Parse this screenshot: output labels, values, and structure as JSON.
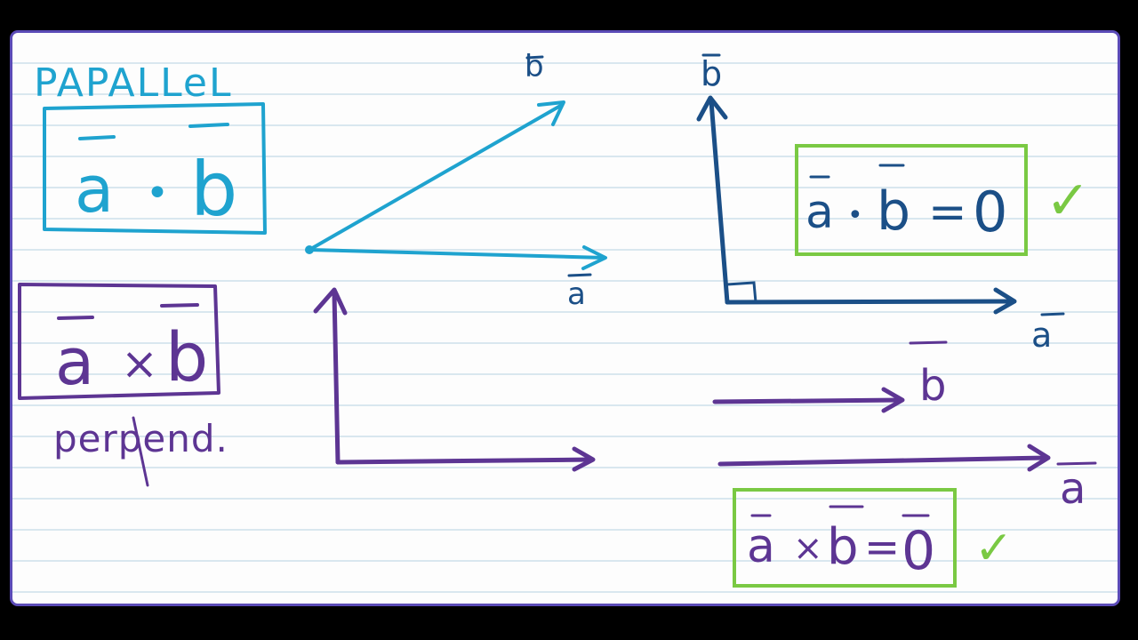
{
  "colors": {
    "cyan": "#1fa3cf",
    "purple": "#5d3593",
    "navy": "#1b4f87",
    "green": "#7ac943",
    "frame": "#5b4bb7",
    "rule": "#d9e7ef"
  },
  "left": {
    "parallel_title": "PAPALLeL",
    "dot_box": {
      "a": "a",
      "op": "•",
      "b": "b"
    },
    "cross_box": {
      "a": "a",
      "op": "×",
      "b": "b"
    },
    "perpendicular_note": "perpend."
  },
  "middle": {
    "top_b_label": "b",
    "top_a_label": "a"
  },
  "right": {
    "perp_b_label": "b",
    "perp_a_label": "a",
    "dot_result": {
      "a": "a",
      "op": "•",
      "b": "b",
      "eq": "=",
      "rhs": "0"
    },
    "dot_check": "✓",
    "par_b_label": "b",
    "par_a_label": "a",
    "cross_result": {
      "a": "a",
      "op": "×",
      "b": "b",
      "eq": "=",
      "rhs": "0"
    },
    "cross_check": "✓"
  }
}
